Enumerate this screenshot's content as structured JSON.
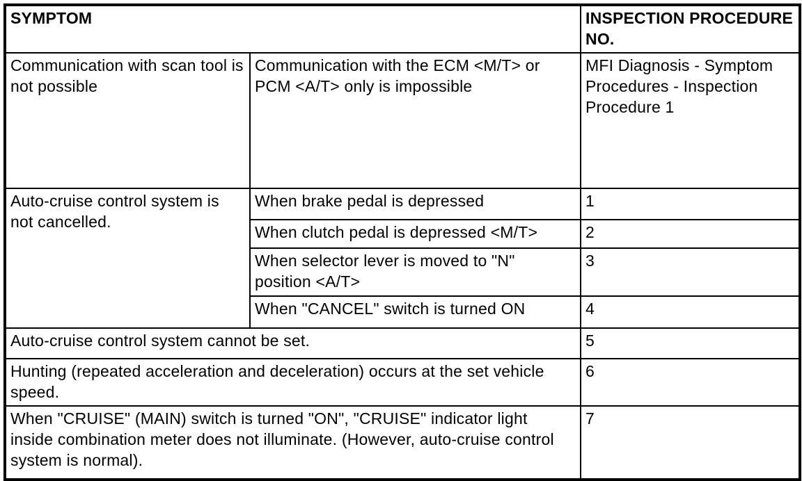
{
  "table": {
    "header": {
      "symptom": "SYMPTOM",
      "inspection": "INSPECTION PROCEDURE NO."
    },
    "rows": {
      "communication": {
        "symptom": "Communication with scan tool is not possible",
        "detail": "Communication with the ECM <M/T> or PCM <A/T> only is impossible",
        "procedure": "MFI Diagnosis - Symptom Procedures - Inspection Procedure 1"
      },
      "cruise_not_cancelled": {
        "symptom": "Auto-cruise control system is not cancelled.",
        "conditions": [
          {
            "detail": "When brake pedal is depressed",
            "procedure": "1"
          },
          {
            "detail": "When clutch pedal is depressed <M/T>",
            "procedure": "2"
          },
          {
            "detail": "When selector lever is moved to \"N\" position <A/T>",
            "procedure": "3"
          },
          {
            "detail": "When \"CANCEL\" switch is turned ON",
            "procedure": "4"
          }
        ]
      },
      "cannot_be_set": {
        "symptom": "Auto-cruise control system cannot be set.",
        "procedure": "5"
      },
      "hunting": {
        "symptom": "Hunting (repeated acceleration and deceleration) occurs at the set vehicle speed.",
        "procedure": "6"
      },
      "cruise_indicator": {
        "symptom": "When \"CRUISE\" (MAIN) switch is turned \"ON\", \"CRUISE\" indicator light inside combination meter does not illuminate. (However, auto-cruise control system is normal).",
        "procedure": "7"
      }
    }
  }
}
